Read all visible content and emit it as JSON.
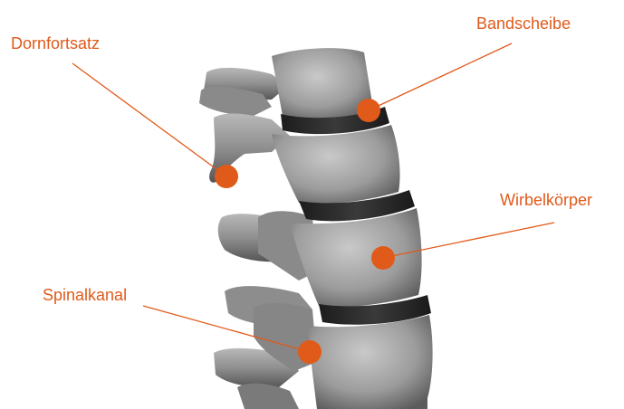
{
  "labels": {
    "dornfortsatz": "Dornfortsatz",
    "bandscheibe": "Bandscheibe",
    "wirbelkoerper": "Wirbelkörper",
    "spinalkanal": "Spinalkanal"
  },
  "colors": {
    "accent": "#e05a1a",
    "bone": "#9a9a9a",
    "disc": "#2e2e2e",
    "background": "#ffffff"
  }
}
